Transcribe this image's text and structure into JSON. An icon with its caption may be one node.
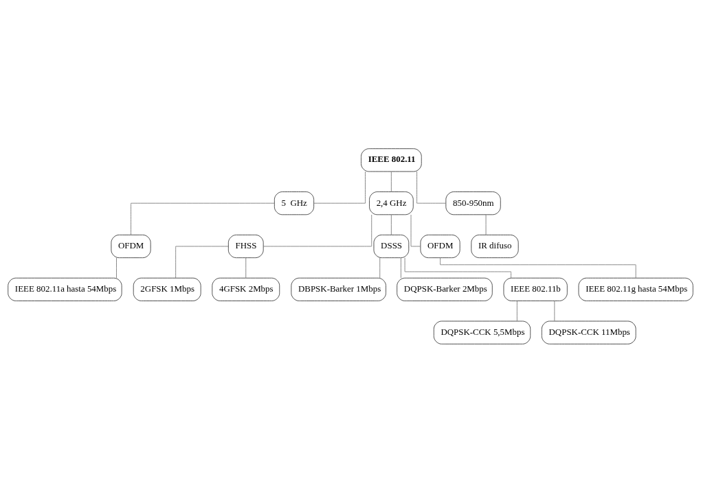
{
  "diagram": {
    "nodes": [
      {
        "text": [
          "IEEE 802.11"
        ]
      },
      {
        "text": [
          "5  GHz"
        ]
      },
      {
        "text": [
          "2,4 GHz"
        ]
      },
      {
        "text": [
          "850-950nm"
        ]
      },
      {
        "text": [
          "OFDM"
        ]
      },
      {
        "text": [
          "IEEE 802.11a hasta 54Mbps"
        ]
      },
      {
        "text": [
          "IR difuso"
        ]
      },
      {
        "text": [
          "FHSS"
        ]
      },
      {
        "text": [
          "DSSS"
        ]
      },
      {
        "text": [
          "OFDM"
        ]
      },
      {
        "text": [
          "2GFSK 1Mbps"
        ]
      },
      {
        "text": [
          "4GFSK 2Mbps"
        ]
      },
      {
        "text": [
          "DBPSK-Barker 1Mbps"
        ]
      },
      {
        "text": [
          "DQPSK-Barker 2Mbps"
        ]
      },
      {
        "text": [
          "IEEE 802.11b"
        ]
      },
      {
        "text": [
          "IEEE 802.11g hasta 54Mbps"
        ]
      },
      {
        "text": [
          "DQPSK-CCK 5,5Mbps"
        ]
      },
      {
        "text": [
          "DQPSK-CCK 11Mbps"
        ]
      }
    ],
    "edges": [
      {
        "from": 0,
        "to": 1,
        "arrow": "none"
      },
      {
        "from": 0,
        "to": 2,
        "arrow": "none"
      },
      {
        "from": 0,
        "to": 3,
        "arrow": "none"
      },
      {
        "from": 1,
        "to": 4,
        "arrow": "none"
      },
      {
        "from": 4,
        "to": 5,
        "arrow": "none"
      },
      {
        "from": 3,
        "to": 6,
        "arrow": "none"
      },
      {
        "from": 2,
        "to": 7,
        "arrow": "none"
      },
      {
        "from": 2,
        "to": 8,
        "arrow": "none"
      },
      {
        "from": 2,
        "to": 9,
        "arrow": "none"
      },
      {
        "from": 7,
        "to": 10,
        "arrow": "none"
      },
      {
        "from": 7,
        "to": 11,
        "arrow": "none"
      },
      {
        "from": 8,
        "to": 12,
        "arrow": "none"
      },
      {
        "from": 8,
        "to": 13,
        "arrow": "none"
      },
      {
        "from": 8,
        "to": 14,
        "arrow": "none"
      },
      {
        "from": 9,
        "to": 15,
        "arrow": "none"
      },
      {
        "from": 14,
        "to": 16,
        "arrow": "none"
      },
      {
        "from": 14,
        "to": 17,
        "arrow": "none"
      }
    ]
  }
}
